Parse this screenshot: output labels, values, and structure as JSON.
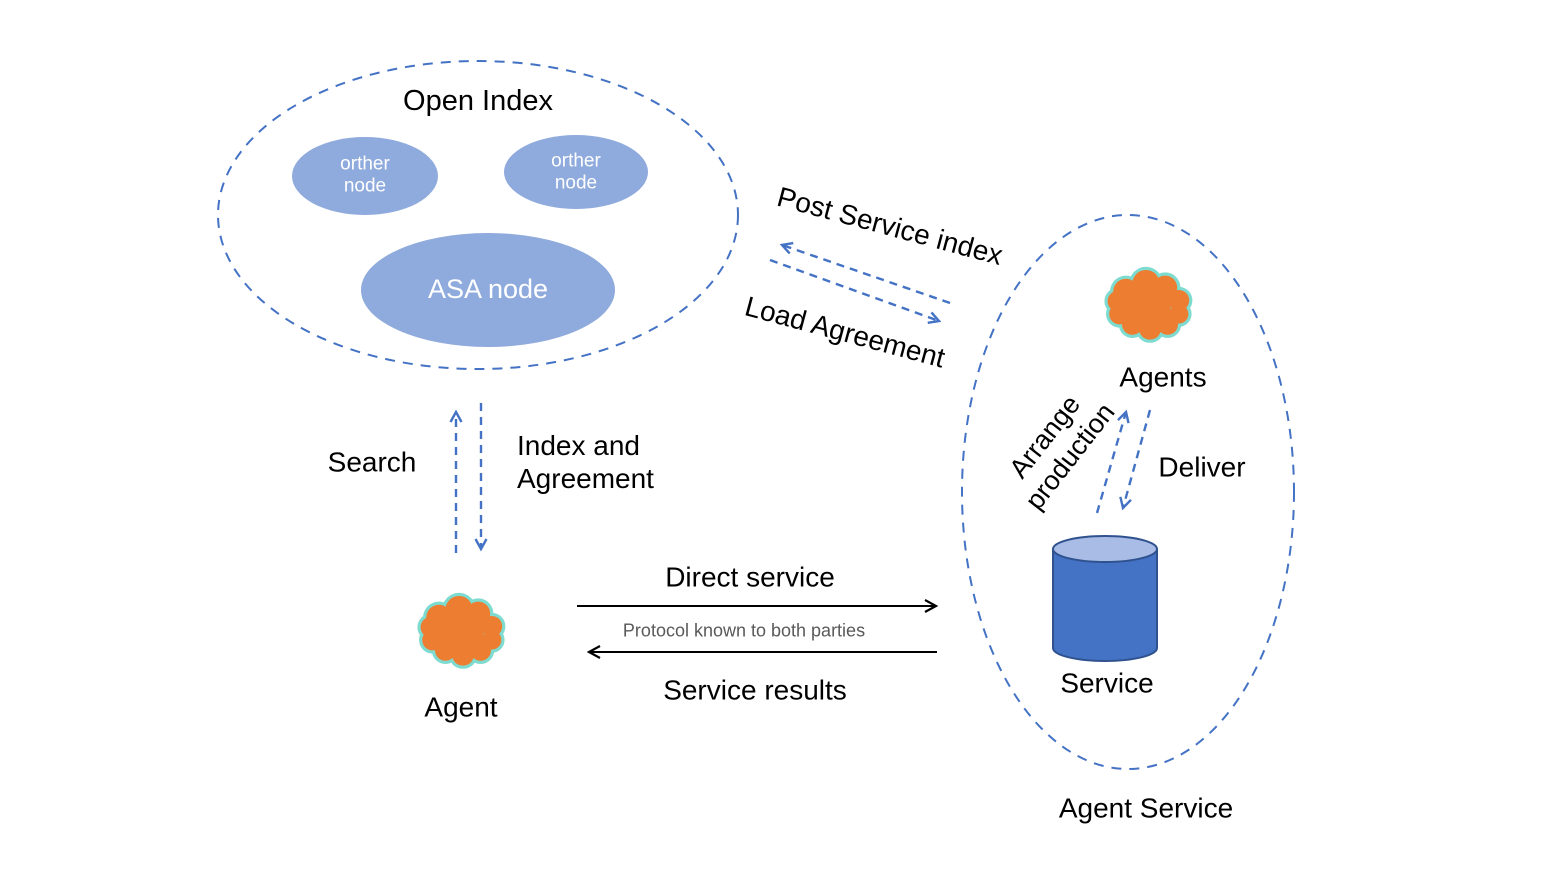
{
  "diagram": {
    "open_index": {
      "title": "Open Index",
      "nodes": [
        {
          "label": "orther node"
        },
        {
          "label": "orther node"
        },
        {
          "label": "ASA node"
        }
      ]
    },
    "agent_service": {
      "title": "Agent Service",
      "agents_label": "Agents",
      "service_label": "Service",
      "arrange_label": "Arrange production",
      "deliver_label": "Deliver"
    },
    "agent_label": "Agent",
    "flows": {
      "post_service": "Post Service index",
      "load_agreement": "Load Agreement",
      "search": "Search",
      "index_agreement": "Index and Agreement",
      "direct_service": "Direct service",
      "protocol_note": "Protocol known to both parties",
      "service_results": "Service results"
    }
  },
  "colors": {
    "accent": "#4472C4",
    "node_fill": "#8FAADC",
    "orange": "#ED7D31",
    "cloud_outline": "#7EDBD0",
    "cyl_body": "#4472C4",
    "cyl_top": "#A8BCE6",
    "cyl_stroke": "#2F528F",
    "muted": "#595959"
  }
}
